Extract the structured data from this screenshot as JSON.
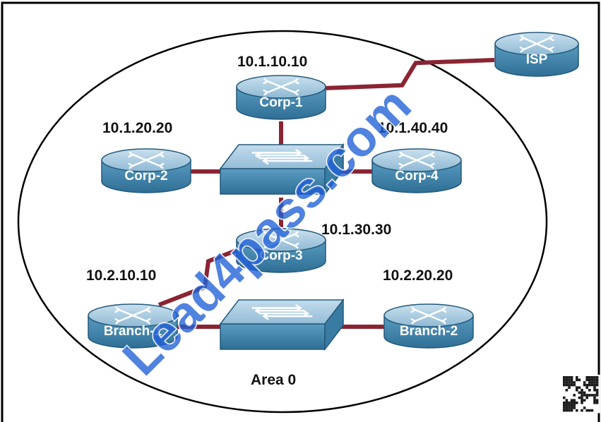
{
  "diagram": {
    "area_label": "Area 0",
    "colors": {
      "link": "#8a2433",
      "router_top": "#a6c9df",
      "router_body": "#4d8db3",
      "switch_top": "#a6c9df",
      "switch_front": "#4d8db3",
      "watermark": "#1f5fd6"
    },
    "devices": [
      {
        "id": "corp1",
        "type": "router",
        "label": "Corp-1",
        "ip": "10.1.10.10"
      },
      {
        "id": "corp2",
        "type": "router",
        "label": "Corp-2",
        "ip": "10.1.20.20"
      },
      {
        "id": "corp3",
        "type": "router",
        "label": "Corp-3",
        "ip": "10.1.30.30"
      },
      {
        "id": "corp4",
        "type": "router",
        "label": "Corp-4",
        "ip": "10.1.40.40"
      },
      {
        "id": "isp",
        "type": "router",
        "label": "ISP"
      },
      {
        "id": "branch1",
        "type": "router",
        "label": "Branch-1",
        "ip": "10.2.10.10"
      },
      {
        "id": "branch2",
        "type": "router",
        "label": "Branch-2",
        "ip": "10.2.20.20"
      },
      {
        "id": "switch1",
        "type": "switch"
      },
      {
        "id": "switch2",
        "type": "switch"
      }
    ],
    "links": [
      {
        "from": "corp1",
        "to": "isp",
        "type": "serial"
      },
      {
        "from": "corp1",
        "to": "switch1",
        "type": "ethernet"
      },
      {
        "from": "corp2",
        "to": "switch1",
        "type": "ethernet"
      },
      {
        "from": "corp4",
        "to": "switch1",
        "type": "ethernet"
      },
      {
        "from": "corp3",
        "to": "switch1",
        "type": "ethernet"
      },
      {
        "from": "corp3",
        "to": "branch1",
        "type": "serial"
      },
      {
        "from": "branch1",
        "to": "switch2",
        "type": "ethernet"
      },
      {
        "from": "branch2",
        "to": "switch2",
        "type": "ethernet"
      }
    ],
    "watermark": "Lead4pass.com"
  }
}
